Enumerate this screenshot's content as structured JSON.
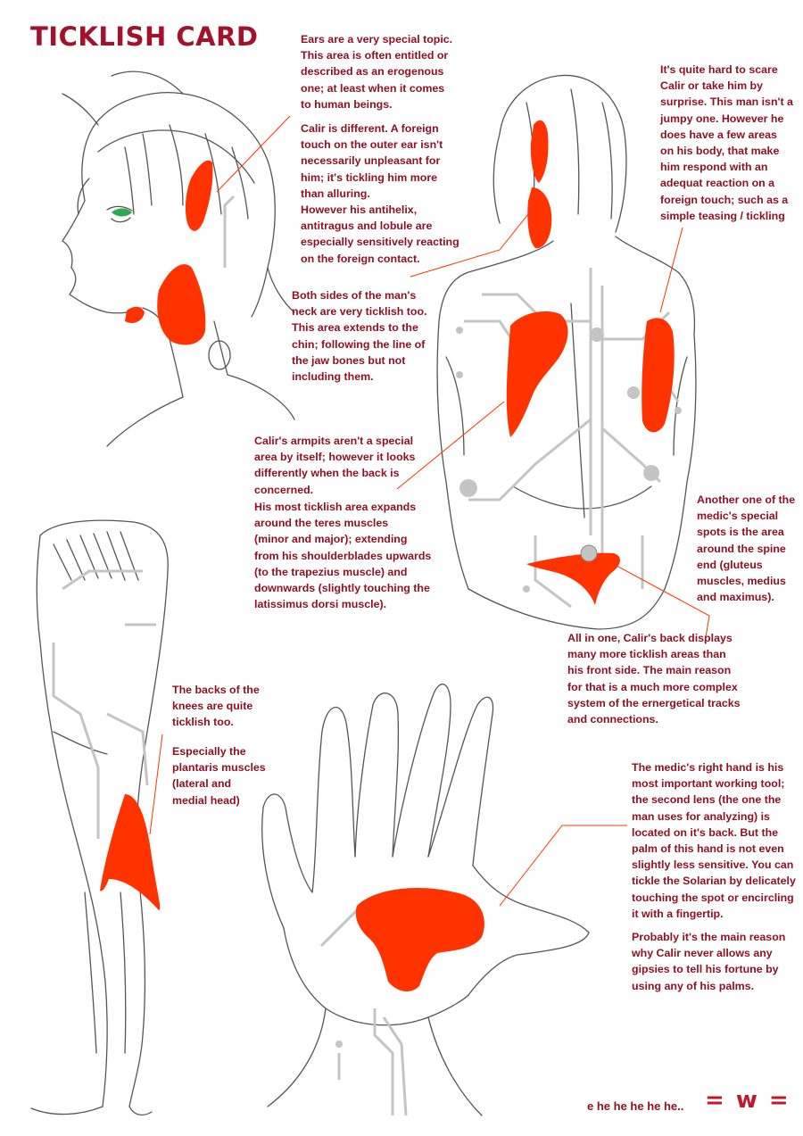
{
  "title": "TICKLISH CARD",
  "colors": {
    "title": "#a3122a",
    "text": "#8e1124",
    "highlight": "#ff3300",
    "sketch": "#555555",
    "circuit": "#c4c4c4",
    "eye": "#2fa84f"
  },
  "notes": {
    "ears_intro": "Ears are a very special topic.\nThis area is often entitled or\ndescribed as an erogenous\none; at least when it comes\nto human beings.",
    "ears_calir": "Calir is different. A foreign\ntouch on the outer ear isn't\nnecessarily unpleasant for\nhim; it's tickling him more\nthan alluring.\nHowever his antihelix,\nantitragus and lobule are\nespecially sensitively reacting\non the foreign contact.",
    "neck": "Both sides of the man's\nneck are very ticklish too.\nThis area extends to the\nchin; following the line of\nthe jaw bones but not\nincluding them.",
    "scare": "It's quite hard to scare\nCalir or take him by\nsurprise. This man isn't a\njumpy one. However he\ndoes have a few areas\non his body, that make\nhim respond with an\nadequat reaction on a\nforeign touch; such as a\nsimple teasing / tickling",
    "armpits": "Calir's armpits aren't a special\narea by itself; however it looks\ndifferently when the back is\nconcerned.",
    "teres": "His most ticklish area expands\naround the teres muscles\n(minor and major); extending\nfrom his shoulderblades upwards\n(to the trapezius muscle) and\ndownwards (slightly touching the\nlatissimus dorsi muscle).",
    "spine": "Another one of the\nmedic's special\nspots is the area\naround the spine\nend (gluteus\nmuscles, medius\nand maximus).",
    "back": "All in one, Calir's back displays\nmany more ticklish areas than\nhis front side. The main reason\nfor that is a much more complex\nsystem of the ernergetical tracks\nand connections.",
    "knees": "The backs of the\nknees are quite\nticklish too.",
    "plantaris": "Especially the\nplantaris muscles\n(lateral and\nmedial head)",
    "hand": "The medic's right hand is his\nmost important working tool;\nthe second lens (the one the\nman uses for analyzing) is\nlocated on it's back. But the\npalm of this hand is not even\nslightly less sensitive. You can\ntickle the Solarian by delicately\ntouching the spot or encircling\nit with a fingertip.",
    "palms": "Probably it's the main reason\nwhy Calir never allows any\ngipsies to tell his fortune by\nusing any of his palms."
  },
  "signature": "e he he he he he..",
  "emoticon": "= w ="
}
